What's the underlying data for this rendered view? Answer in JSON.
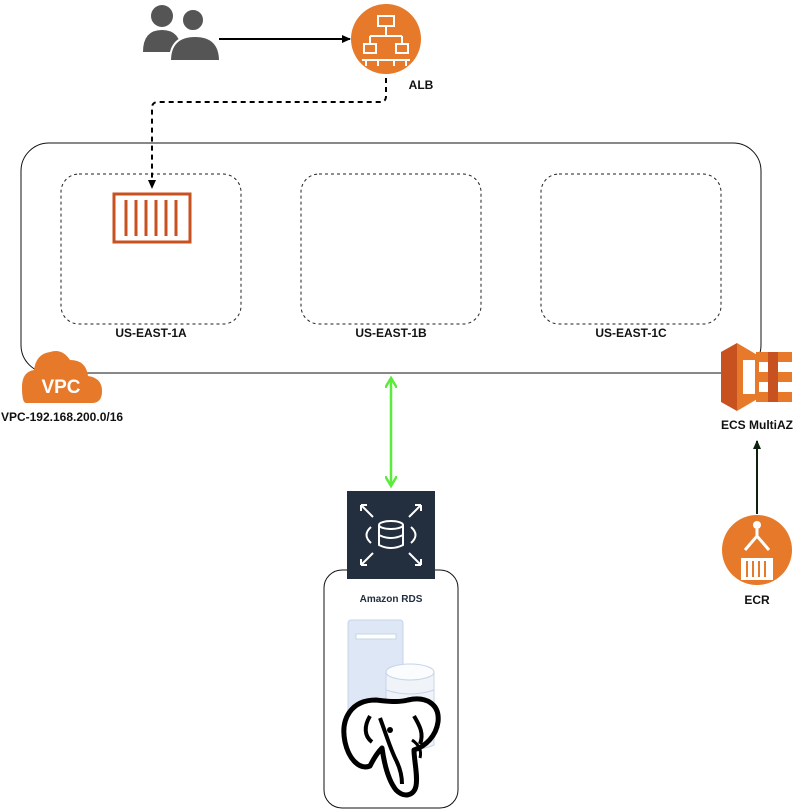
{
  "labels": {
    "alb": "ALB",
    "zone_a": "US-EAST-1A",
    "zone_b": "US-EAST-1B",
    "zone_c": "US-EAST-1C",
    "vpc": "VPC-192.168.200.0/16",
    "ecs": "ECS MultiAZ",
    "ecr": "ECR",
    "rds": "Amazon RDS",
    "vpc_icon_text": "VPC"
  },
  "colors": {
    "aws_orange": "#e6792a",
    "container_orange": "#c7511f",
    "rds_navy": "#232f3e",
    "link_green": "#5aec3b",
    "users_gray": "#555555",
    "ecr_arrow": "#10200e"
  },
  "icons": [
    "users-icon",
    "alb-icon",
    "container-icon",
    "vpc-cloud-icon",
    "ecs-icon",
    "ecr-icon",
    "rds-icon",
    "server-icon",
    "database-icon",
    "postgresql-elephant-icon"
  ]
}
